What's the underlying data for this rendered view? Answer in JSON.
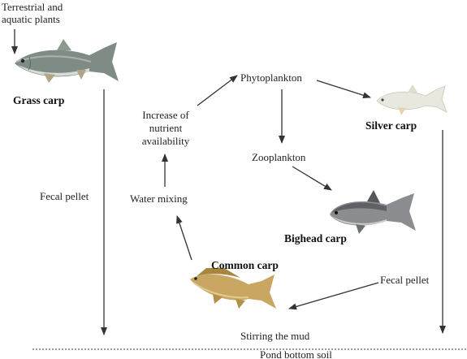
{
  "labels": {
    "terrestrial_plants_line1": "Terrestrial and",
    "terrestrial_plants_line2": "aquatic plants",
    "grass_carp": "Grass carp",
    "phytoplankton": "Phytoplankton",
    "silver_carp": "Silver carp",
    "increase_line1": "Increase of",
    "increase_line2": "nutrient",
    "increase_line3": "availability",
    "zooplankton": "Zooplankton",
    "fecal_pellet_left": "Fecal pellet",
    "water_mixing": "Water mixing",
    "bighead_carp": "Bighead carp",
    "common_carp": "Common carp",
    "fecal_pellet_right": "Fecal pellet",
    "stirring_mud": "Stirring the mud",
    "pond_bottom": "Pond bottom soil"
  },
  "fish": {
    "grass_carp": "grass-carp-illustration",
    "silver_carp": "silver-carp-illustration",
    "bighead_carp": "bighead-carp-illustration",
    "common_carp": "common-carp-illustration"
  },
  "colors": {
    "text": "#222222",
    "arrow": "#333333",
    "grass_carp_back": "#7f8c86",
    "grass_carp_belly": "#d9dcd3",
    "silver_carp": "#e8e8de",
    "bighead_carp_back": "#5f6164",
    "common_carp": "#c9a762"
  }
}
